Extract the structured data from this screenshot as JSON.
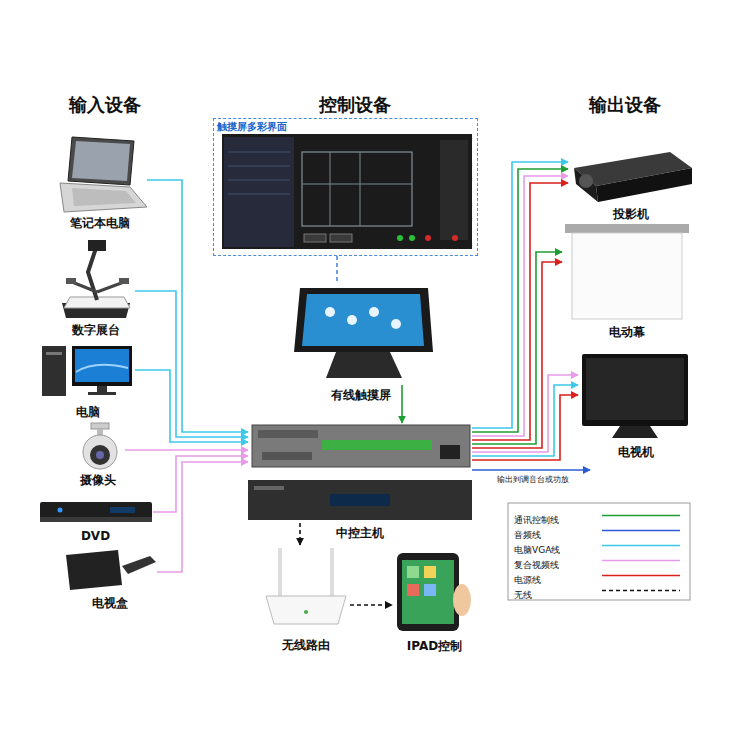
{
  "diagram": {
    "nodes": [
      {
        "text": [
          "笔记本电脑"
        ]
      },
      {
        "text": [
          "数字展台"
        ]
      },
      {
        "text": [
          "电脑"
        ]
      },
      {
        "text": [
          "摄像头"
        ]
      },
      {
        "text": [
          "DVD"
        ]
      },
      {
        "text": [
          "电视盒"
        ]
      },
      {
        "text": [
          "触摸屏多彩界面"
        ]
      },
      {
        "text": [
          "有线触摸屏"
        ]
      },
      {
        "text": [
          "中控主机"
        ]
      },
      {
        "text": [
          "无线路由"
        ]
      },
      {
        "text": [
          "IPAD控制"
        ]
      },
      {
        "text": [
          "投影机"
        ]
      },
      {
        "text": [
          "电动幕"
        ]
      },
      {
        "text": [
          "电视机"
        ]
      }
    ],
    "edges": [
      {
        "from": 0,
        "to": 8,
        "arrow": "to"
      },
      {
        "from": 1,
        "to": 8,
        "arrow": "to"
      },
      {
        "from": 2,
        "to": 8,
        "arrow": "to"
      },
      {
        "from": 3,
        "to": 8,
        "arrow": "to"
      },
      {
        "from": 4,
        "to": 8,
        "arrow": "to"
      },
      {
        "from": 5,
        "to": 8,
        "arrow": "to"
      },
      {
        "from": 6,
        "to": 7,
        "arrow": "none"
      },
      {
        "from": 7,
        "to": 8,
        "arrow": "to"
      },
      {
        "from": 8,
        "to": 9,
        "arrow": "to"
      },
      {
        "from": 9,
        "to": 10,
        "arrow": "to"
      },
      {
        "from": 8,
        "to": 11,
        "arrow": "to"
      },
      {
        "from": 8,
        "to": 11,
        "arrow": "to"
      },
      {
        "from": 8,
        "to": 11,
        "arrow": "to"
      },
      {
        "from": 8,
        "to": 11,
        "arrow": "to"
      },
      {
        "from": 8,
        "to": 12,
        "arrow": "to"
      },
      {
        "from": 8,
        "to": 12,
        "arrow": "to"
      },
      {
        "from": 8,
        "to": 13,
        "arrow": "to"
      },
      {
        "from": 8,
        "to": 13,
        "arrow": "to"
      },
      {
        "from": 8,
        "to": 13,
        "arrow": "to"
      }
    ],
    "labels": [
      "输入设备",
      "控制设备",
      "输出设备",
      "输出到调音台或功放"
    ],
    "legend": [
      {
        "text": "通讯控制线"
      },
      {
        "text": "音频线"
      },
      {
        "text": "电脑VGA线"
      },
      {
        "text": "复合视频线"
      },
      {
        "text": "电源线"
      },
      {
        "text": "无线"
      }
    ]
  }
}
